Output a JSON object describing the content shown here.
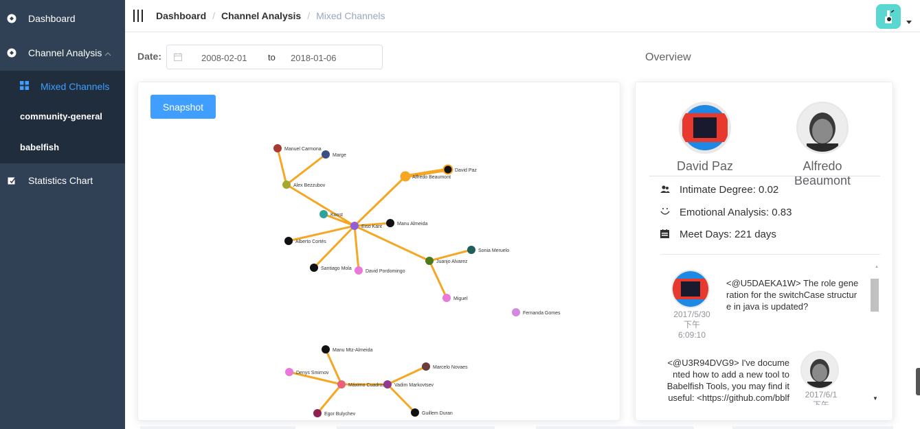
{
  "sidebar": {
    "items": [
      {
        "label": "Dashboard",
        "icon": "compass-icon"
      },
      {
        "label": "Channel Analysis",
        "icon": "compass-icon",
        "expanded": true
      },
      {
        "label": "Statistics Chart",
        "icon": "edit-icon"
      }
    ],
    "submenu": [
      {
        "label": "Mixed Channels",
        "icon": "grid-icon",
        "active": true
      },
      {
        "label": "community-general"
      },
      {
        "label": "babelfish"
      }
    ]
  },
  "header": {
    "breadcrumb": [
      "Dashboard",
      "Channel Analysis",
      "Mixed Channels"
    ],
    "separator": "/"
  },
  "filters": {
    "date_label": "Date:",
    "start_date": "2008-02-01",
    "to_label": "to",
    "end_date": "2018-01-06"
  },
  "overview": {
    "title": "Overview",
    "person_a": "David Paz",
    "person_b": "Alfredo Beaumont",
    "intimate_degree": "Intimate Degree: 0.02",
    "emotional_analysis": "Emotional Analysis: 0.83",
    "meet_days": "Meet Days: 221 days",
    "messages": [
      {
        "text": "<@U5DAEKA1W> The role generation for the switchCase structure in java is updated?",
        "lines": [
          "<@U5DAEKA1W> The role gene",
          "ration for the switchCase structur",
          "e in java is updated?"
        ],
        "time_lines": [
          "2017/5/30",
          "下午",
          "6:09:10"
        ],
        "author": "David Paz"
      },
      {
        "text": "<@U3R94DVG9> I've documented how to add a new tool to Babelfish Tools, you may find it useful: <https://github.com/bblf",
        "lines": [
          "<@U3R94DVG9> I've docume",
          "nted how to add a new tool to",
          "Babelfish Tools, you may find it",
          "useful: <https://github.com/bblf"
        ],
        "time_lines": [
          "2017/6/1",
          "下午"
        ],
        "author": "Alfredo Beaumont"
      }
    ]
  },
  "graph": {
    "snapshot_label": "Snapshot",
    "colors": {
      "edge": "#f5a623"
    },
    "nodes": [
      {
        "id": "manuel",
        "label": "Manuel Carmona",
        "color": "#a83a32"
      },
      {
        "id": "marge",
        "label": "Marge",
        "color": "#3b4f82"
      },
      {
        "id": "alex",
        "label": "Alex Bezzubov",
        "color": "#a5a82a"
      },
      {
        "id": "alfredo",
        "label": "Alfredo Beaumont",
        "color": "#f5a623"
      },
      {
        "id": "davidpaz",
        "label": "David Paz",
        "color": "#111111"
      },
      {
        "id": "konst",
        "label": "Konst",
        "color": "#2fa39a"
      },
      {
        "id": "eiso",
        "label": "Eiso Kant",
        "color": "#8e5fd6"
      },
      {
        "id": "manualmeida",
        "label": "Manu Almeida",
        "color": "#111111"
      },
      {
        "id": "alberto",
        "label": "Alberto Cortés",
        "color": "#111111"
      },
      {
        "id": "santiago",
        "label": "Santiago Mola",
        "color": "#111111"
      },
      {
        "id": "davidpordomingo",
        "label": "David Pordomingo",
        "color": "#e879d8"
      },
      {
        "id": "sonia",
        "label": "Sonia Meruelo",
        "color": "#1f5e5a"
      },
      {
        "id": "juanjo",
        "label": "Juanjo Alvarez",
        "color": "#4a7a1e"
      },
      {
        "id": "miguel",
        "label": "Miguel",
        "color": "#e879d8"
      },
      {
        "id": "fernanda",
        "label": "Fernanda Gomes",
        "color": "#d18ae0"
      },
      {
        "id": "manumtz",
        "label": "Manu Mtz-Almeida",
        "color": "#111111"
      },
      {
        "id": "marcelo",
        "label": "Marcelo Novaes",
        "color": "#6b3a3a"
      },
      {
        "id": "denys",
        "label": "Denys Smirnov",
        "color": "#e879d8"
      },
      {
        "id": "maximo",
        "label": "Máximo Cuadros",
        "color": "#e8607a"
      },
      {
        "id": "vadim",
        "label": "Vadim Markovtsev",
        "color": "#8e3a8e"
      },
      {
        "id": "egor",
        "label": "Egor Bulychev",
        "color": "#8e2250"
      },
      {
        "id": "guillem",
        "label": "Guillem Duran",
        "color": "#111111"
      }
    ],
    "edges": [
      [
        "manuel",
        "alex"
      ],
      [
        "marge",
        "alex"
      ],
      [
        "alex",
        "eiso"
      ],
      [
        "alfredo",
        "davidpaz"
      ],
      [
        "alfredo",
        "eiso"
      ],
      [
        "konst",
        "eiso"
      ],
      [
        "eiso",
        "manualmeida"
      ],
      [
        "eiso",
        "alberto"
      ],
      [
        "eiso",
        "santiago"
      ],
      [
        "eiso",
        "davidpordomingo"
      ],
      [
        "eiso",
        "juanjo"
      ],
      [
        "juanjo",
        "sonia"
      ],
      [
        "juanjo",
        "miguel"
      ],
      [
        "manumtz",
        "maximo"
      ],
      [
        "denys",
        "maximo"
      ],
      [
        "maximo",
        "vadim"
      ],
      [
        "vadim",
        "marcelo"
      ],
      [
        "maximo",
        "egor"
      ],
      [
        "vadim",
        "guillem"
      ]
    ]
  }
}
